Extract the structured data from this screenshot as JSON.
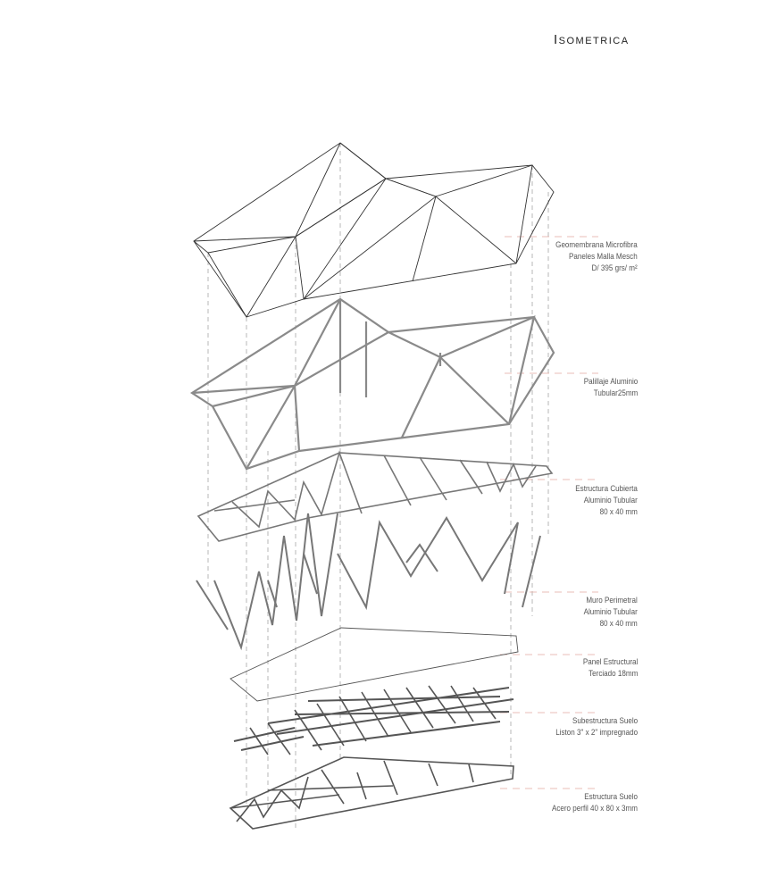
{
  "title": "Isometrica",
  "colors": {
    "line": "#333333",
    "frame": "#8a8a8a",
    "leader": "#e3a9a0",
    "dash": "#999999"
  },
  "layers": [
    {
      "id": "membrana",
      "lines": [
        "Geomembrana Microfibra",
        "Paneles Malla Mesch",
        "D/ 395 grs/ m²"
      ]
    },
    {
      "id": "palillaje",
      "lines": [
        "Palillaje Aluminio",
        "Tubular25mm"
      ]
    },
    {
      "id": "cubierta",
      "lines": [
        "Estructura Cubierta",
        "Aluminio Tubular",
        "80 x 40 mm"
      ]
    },
    {
      "id": "muro",
      "lines": [
        "Muro Perimetral",
        "Aluminio Tubular",
        "80 x 40 mm"
      ]
    },
    {
      "id": "panel",
      "lines": [
        "Panel Estructural",
        "Terciado 18mm"
      ]
    },
    {
      "id": "subestructura",
      "lines": [
        "Subestructura Suelo",
        "Liston 3\" x 2\" impregnado"
      ]
    },
    {
      "id": "suelo",
      "lines": [
        "Estructura Suelo",
        "Acero perfil 40 x 80 x 3mm"
      ]
    }
  ]
}
